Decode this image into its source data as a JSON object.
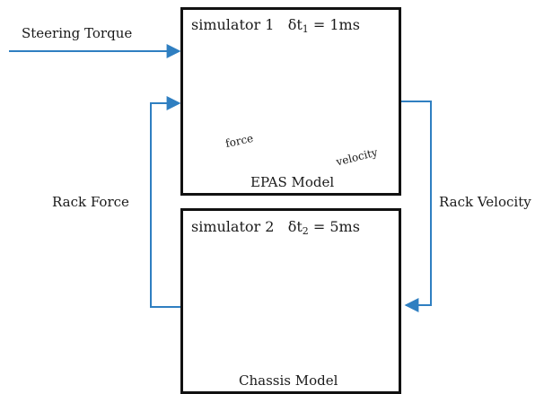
{
  "inputs": {
    "steering_torque": "Steering Torque",
    "rack_force": "Rack Force",
    "rack_velocity": "Rack Velocity"
  },
  "sim1": {
    "title": "simulator 1",
    "delta_symbol": "δt",
    "delta_sub": "1",
    "delta_value": "= 1ms",
    "caption": "EPAS Model",
    "force_label": "force",
    "velocity_label": "velocity"
  },
  "sim2": {
    "title": "simulator 2",
    "delta_symbol": "δt",
    "delta_sub": "2",
    "delta_value": "= 5ms",
    "caption": "Chassis Model"
  },
  "colors": {
    "arrow": "#2f7fc1",
    "box_border": "#111111"
  }
}
